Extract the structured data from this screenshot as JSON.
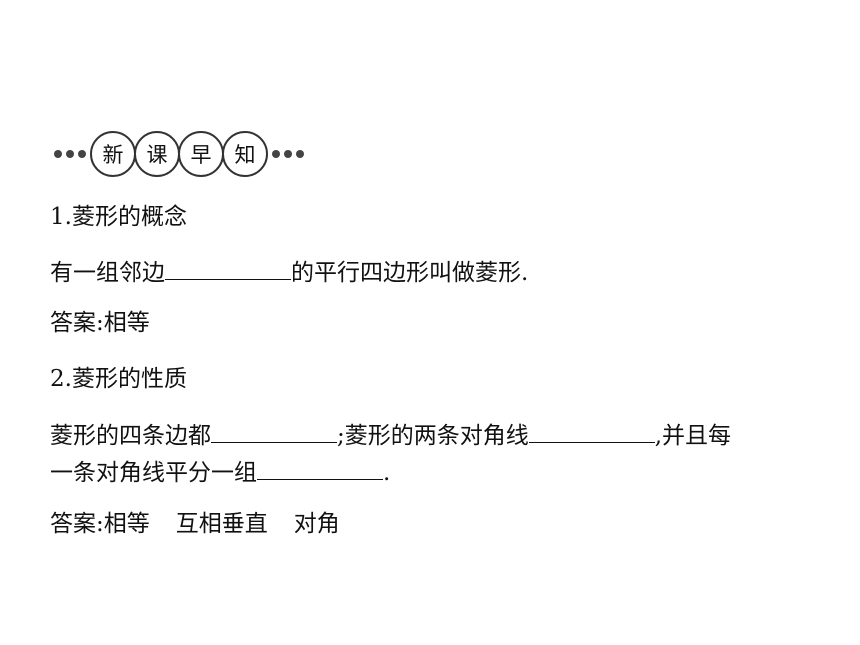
{
  "banner": {
    "chars": [
      "新",
      "课",
      "早",
      "知"
    ]
  },
  "section1": {
    "heading": "1.菱形的概念",
    "q_before": "有一组邻边",
    "q_after": "的平行四边形叫做菱形.",
    "answer_label": "答案:",
    "answer": "相等"
  },
  "section2": {
    "heading": "2.菱形的性质",
    "q_part1": "菱形的四条边都",
    "q_part2": ";菱形的两条对角线",
    "q_part3": ",并且每",
    "q_part4": "一条对角线平分一组",
    "q_part5": ".",
    "answer_label": "答案:",
    "answers": [
      "相等",
      "互相垂直",
      "对角"
    ]
  }
}
